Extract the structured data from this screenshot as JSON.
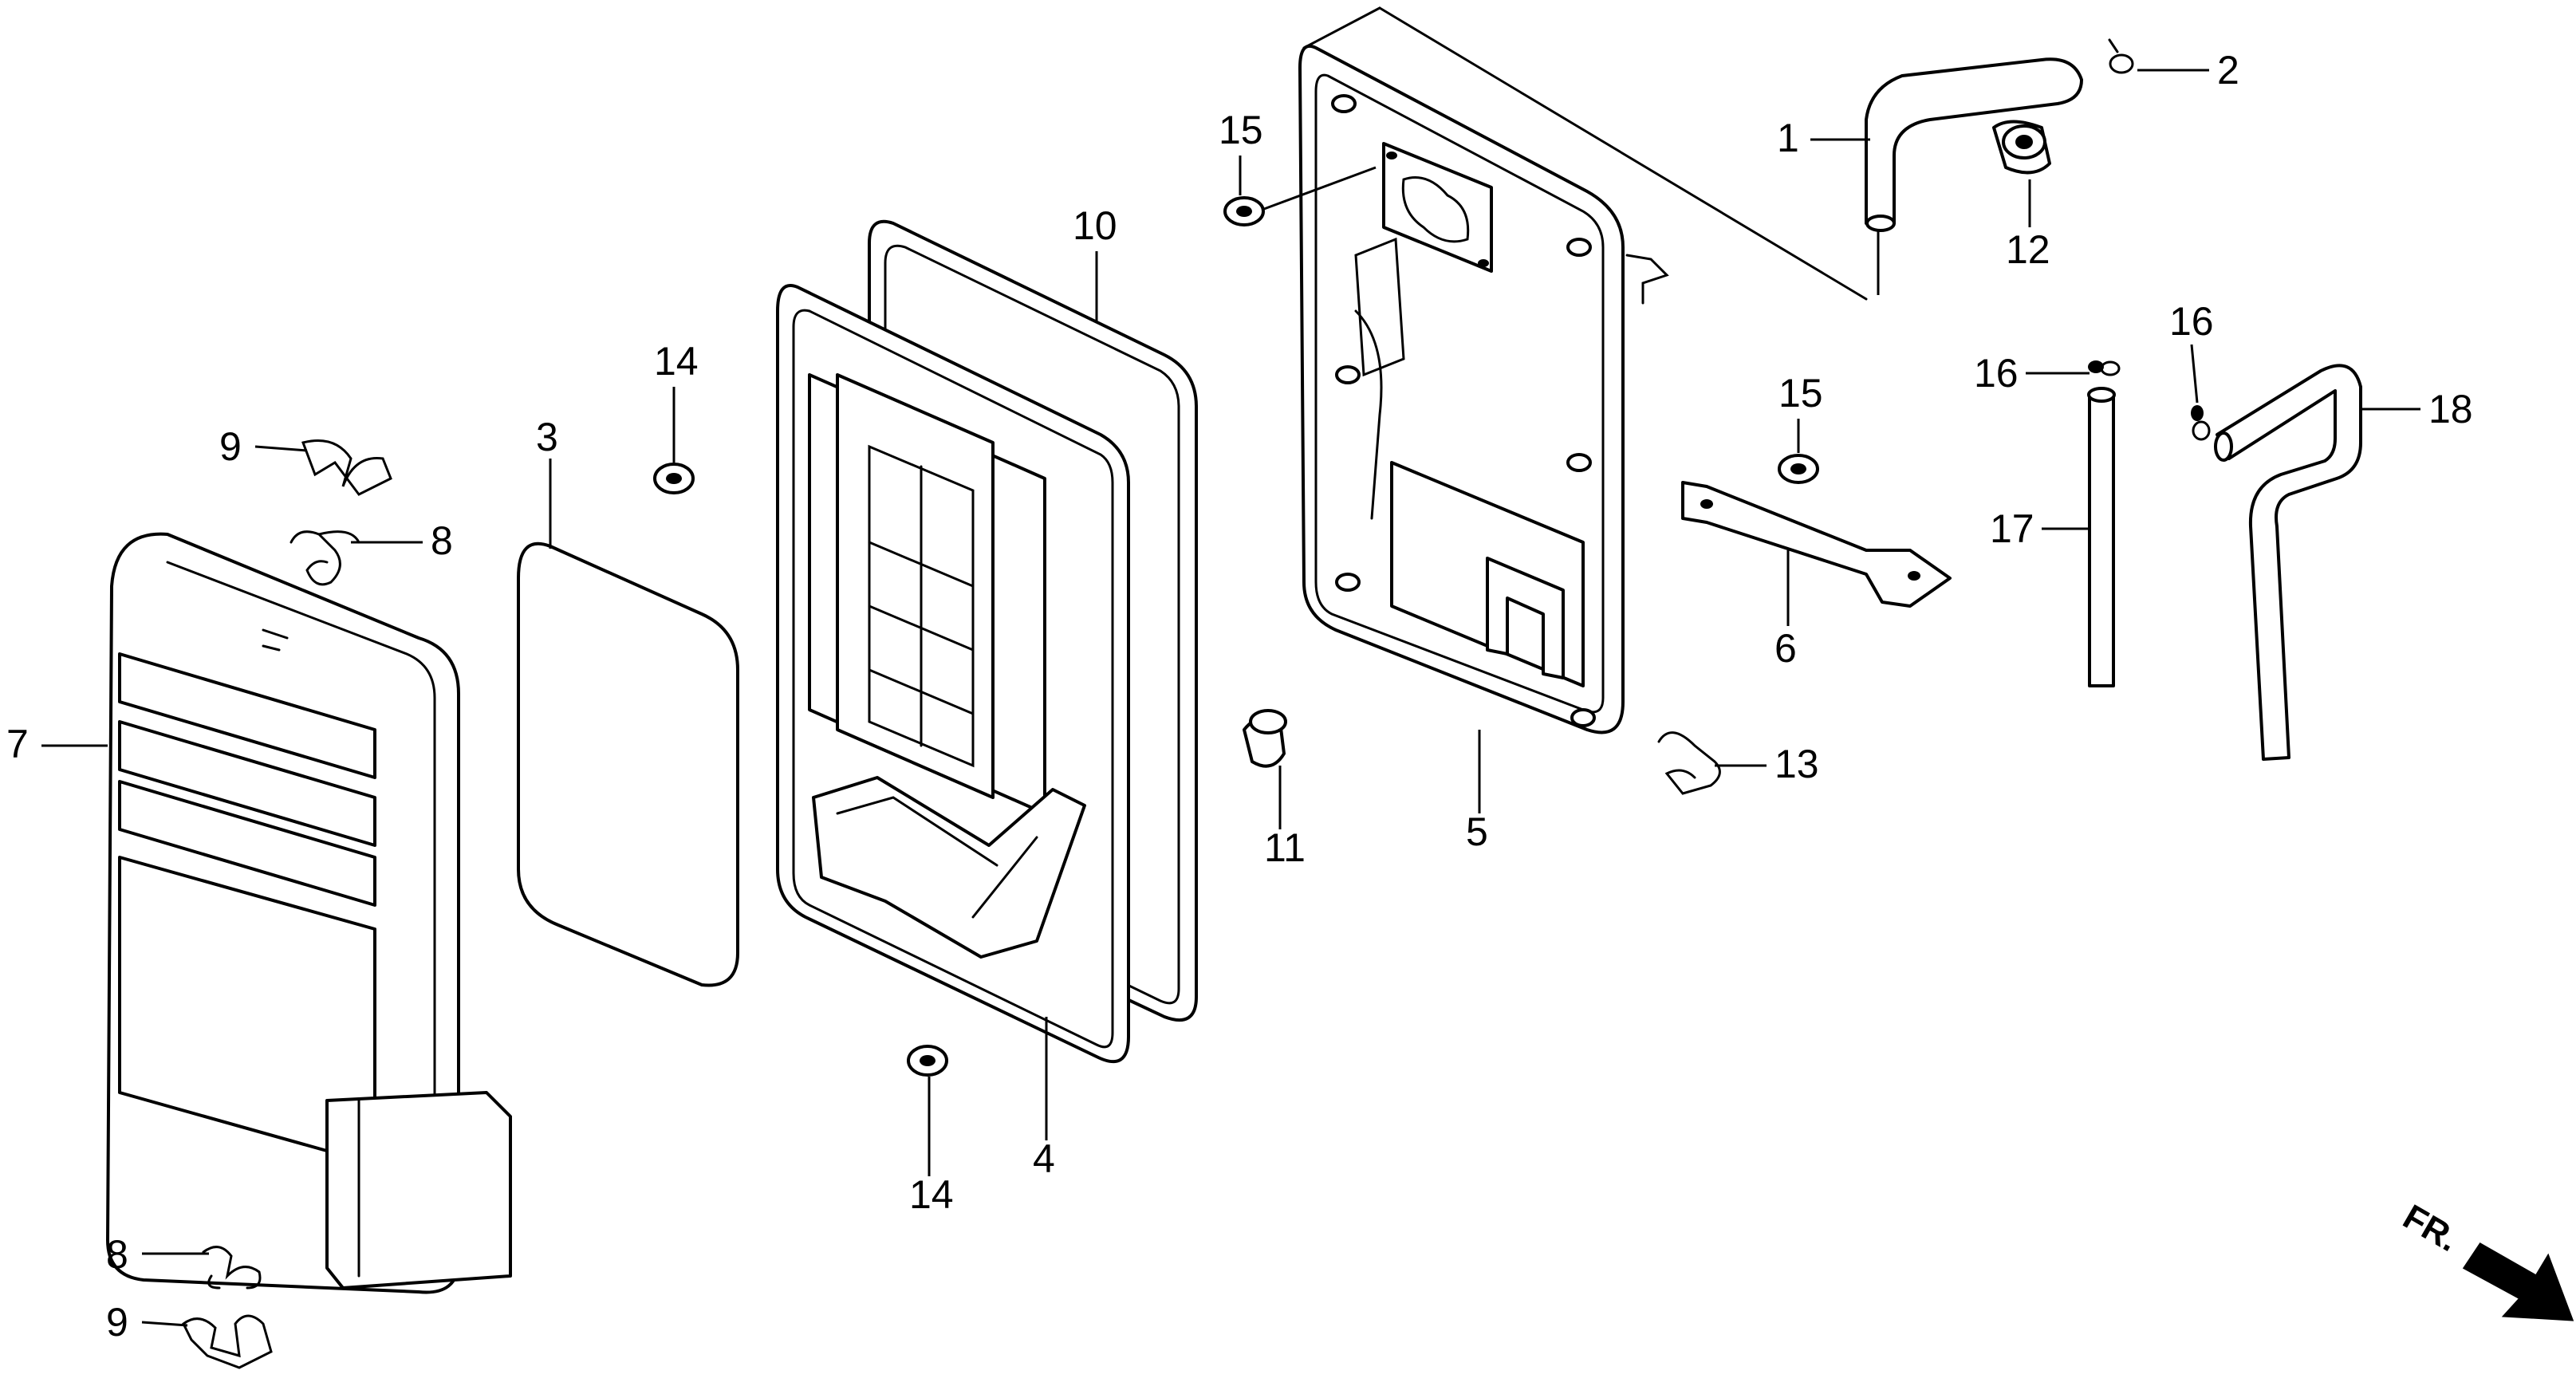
{
  "callouts": {
    "c1": "1",
    "c2": "2",
    "c3": "3",
    "c4": "4",
    "c5": "5",
    "c6": "6",
    "c7": "7",
    "c8a": "8",
    "c8b": "8",
    "c9a": "9",
    "c9b": "9",
    "c10": "10",
    "c11": "11",
    "c12": "12",
    "c13": "13",
    "c14a": "14",
    "c14b": "14",
    "c15a": "15",
    "c15b": "15",
    "c16a": "16",
    "c16b": "16",
    "c17": "17",
    "c18": "18"
  },
  "direction_marker": {
    "text": "FR."
  },
  "colors": {
    "line": "#000000",
    "background": "#ffffff"
  }
}
